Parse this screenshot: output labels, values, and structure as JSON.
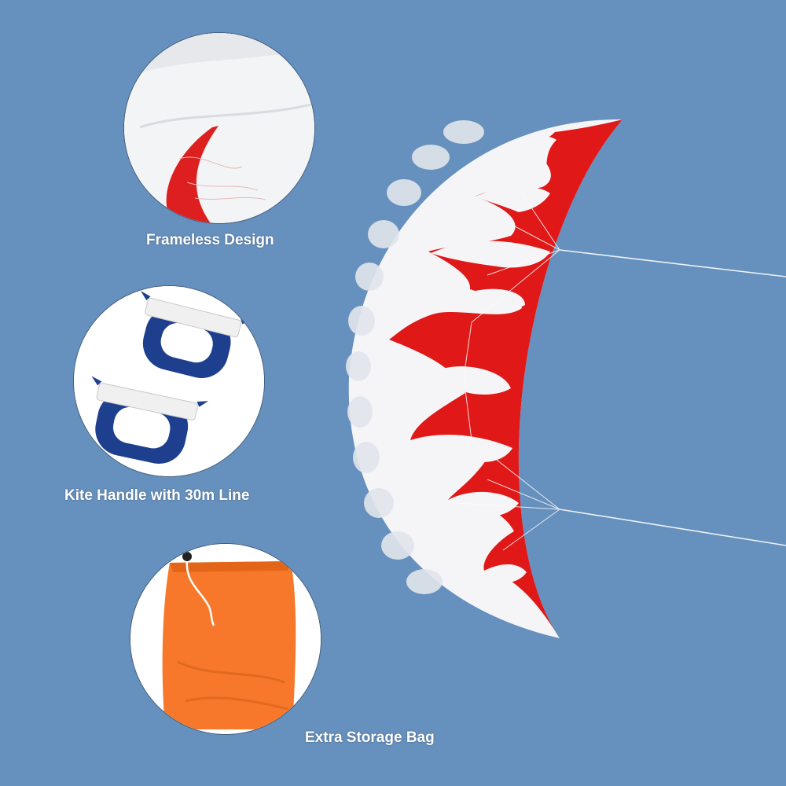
{
  "colors": {
    "background": "#6690bd",
    "kite_red": "#e01818",
    "kite_white": "#f6f6f6",
    "handle_blue": "#1e3f8e",
    "bag_orange": "#f7782a"
  },
  "features": [
    {
      "label": "Frameless Design",
      "icon": "kite-fabric-closeup"
    },
    {
      "label": "Kite Handle with 30m Line",
      "icon": "kite-handles"
    },
    {
      "label": "Extra Storage Bag",
      "icon": "orange-storage-bag"
    }
  ]
}
